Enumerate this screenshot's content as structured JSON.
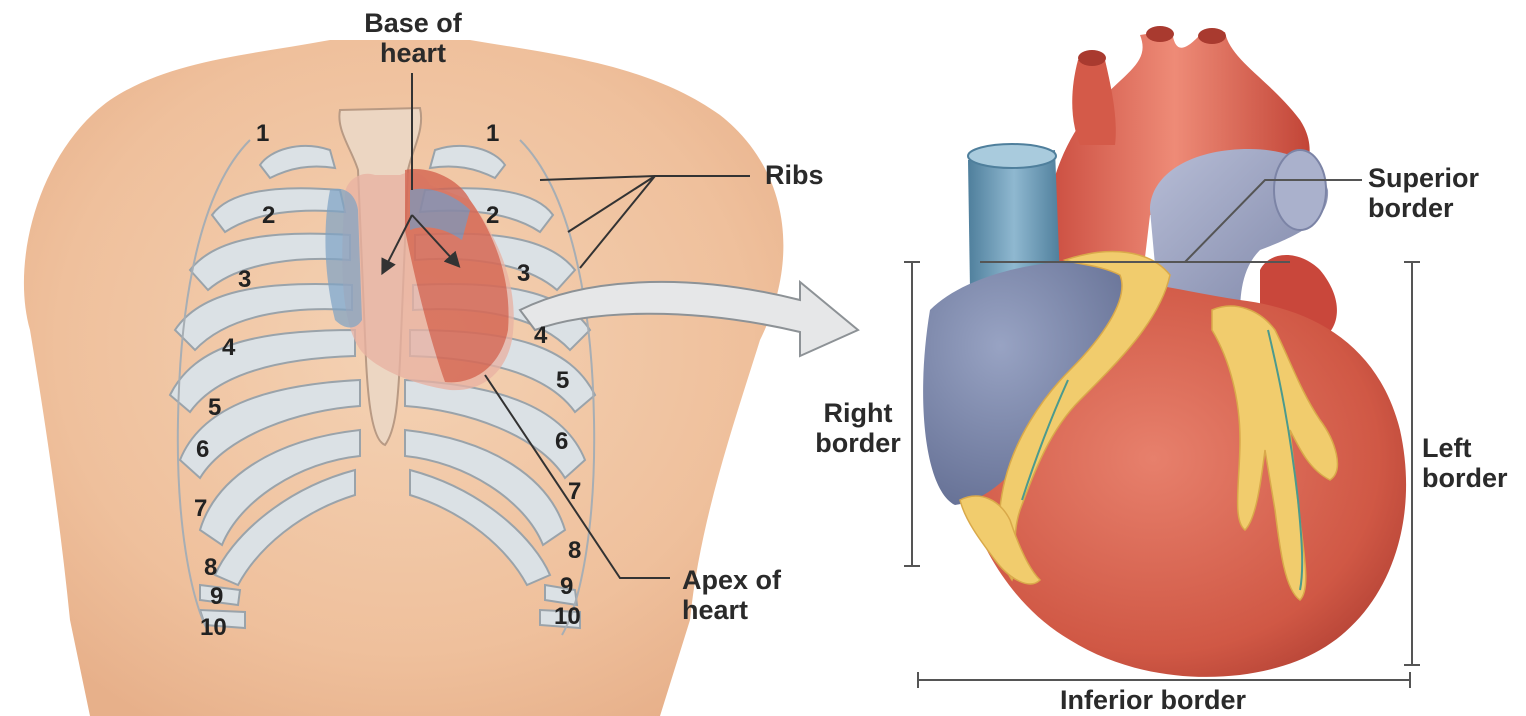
{
  "labels": {
    "base_of_heart": [
      "Base of",
      "heart"
    ],
    "ribs": "Ribs",
    "apex_of_heart": [
      "Apex of",
      "heart"
    ],
    "superior_border": [
      "Superior",
      "border"
    ],
    "right_border": [
      "Right",
      "border"
    ],
    "left_border": [
      "Left",
      "border"
    ],
    "inferior_border": "Inferior border"
  },
  "rib_numbers": {
    "left": [
      "1",
      "2",
      "3",
      "4",
      "5",
      "6",
      "7",
      "8",
      "9",
      "10"
    ],
    "right": [
      "1",
      "2",
      "3",
      "4",
      "5",
      "6",
      "7",
      "8",
      "9",
      "10"
    ]
  },
  "colors": {
    "skin": "#f2c9a8",
    "rib": "#d9dfe3",
    "heart_red": "#d9604f",
    "vein_blue": "#6f98b3",
    "atrium_gray": "#8f98b6",
    "fat_yellow": "#f2d27a"
  },
  "icons": [
    "arrow-right-icon"
  ]
}
